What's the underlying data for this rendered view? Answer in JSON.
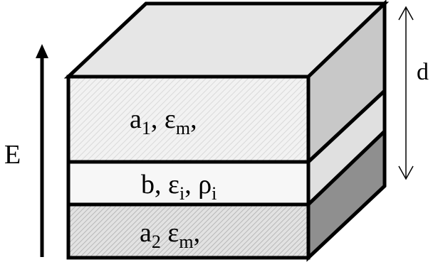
{
  "field_label": "E",
  "thickness_label": "d",
  "layers": {
    "top": {
      "symbol": "a",
      "sub": "1",
      "rest": ", ε",
      "rest_sub": "m",
      "tail": ","
    },
    "middle": {
      "symbol": "b, ε",
      "sub": "i",
      "rest": ", ρ",
      "rest_sub": "i",
      "tail": ""
    },
    "bottom": {
      "symbol": "a",
      "sub": "2",
      "rest": " ε",
      "rest_sub": "m",
      "tail": ","
    }
  },
  "colors": {
    "top_face": "#e6e6e6",
    "side_top": "#c8c8c8",
    "side_mid": "#e0e0e0",
    "side_bottom": "#8f8f8f",
    "front_hatch_light": "#ececec",
    "front_middle": "#f7f7f7",
    "front_hatch_bottom": "#d4d4d4",
    "stroke": "#000000"
  }
}
